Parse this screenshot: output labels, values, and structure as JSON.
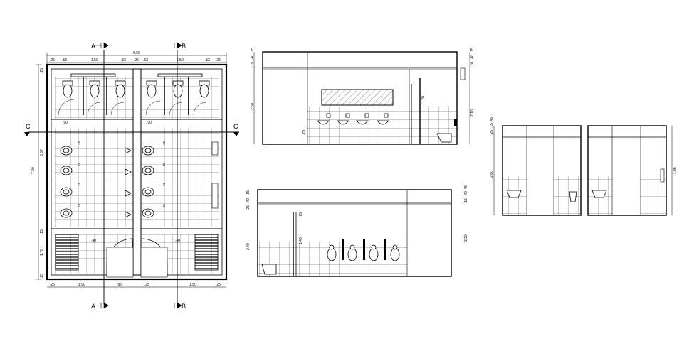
{
  "section_markers": {
    "a": "A",
    "b": "B",
    "c": "C"
  },
  "plan_dims": {
    "top_total": "6.60",
    "top_segments": [
      ".25",
      ".53",
      "1.50",
      ".53",
      ".25",
      ".53",
      "1.50",
      ".53",
      ".25"
    ],
    "bottom_segments": [
      ".25",
      "1.90",
      ".96",
      ".25",
      "1.50",
      ".25"
    ],
    "left_total": "7.00",
    "left_upper": "3.07",
    "left_lower": "1.70",
    "left_small": [
      ".25",
      ".15",
      ".25"
    ],
    "inner_labels": [
      ".90",
      ".90",
      ".40",
      ".40"
    ],
    "grid_labels": [
      "75",
      "75",
      "75",
      "75",
      "75",
      "75",
      "75",
      "75"
    ]
  },
  "elev_top_dims": {
    "left": [
      "2.60",
      ".15",
      ".40",
      ".15"
    ],
    "right": [
      "2.10",
      ".10",
      ".40",
      ".15"
    ],
    "inner": [
      "1.20",
      ".75"
    ]
  },
  "elev_bottom_dims": {
    "left": [
      "2.40",
      ".25",
      ".40",
      ".15"
    ],
    "right": [
      "3.20",
      ".15",
      ".40",
      ".45"
    ],
    "inner": [
      "1.40",
      ".75"
    ]
  },
  "elev_right_dims": {
    "left": [
      "2.80",
      ".25",
      ".15",
      ".45"
    ],
    "right": [
      "1.85"
    ]
  }
}
